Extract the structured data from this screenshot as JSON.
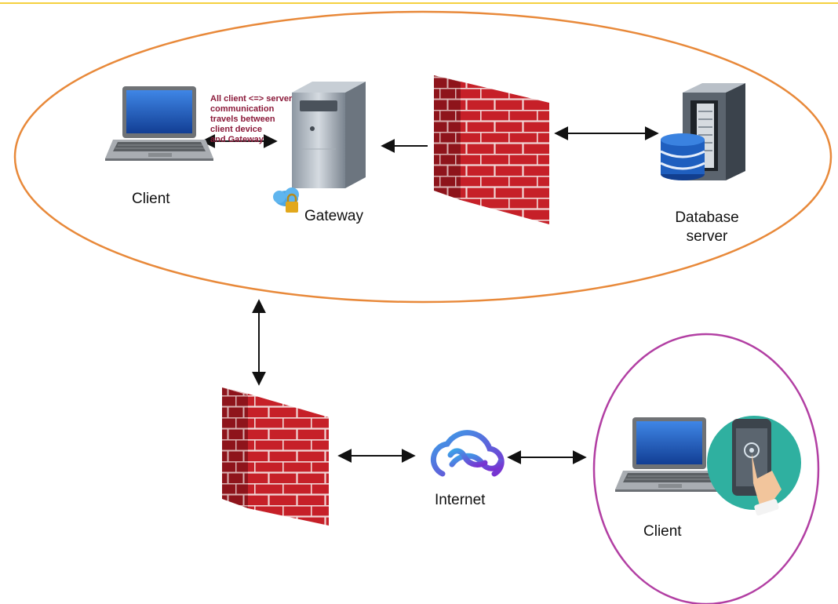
{
  "diagram": {
    "note_lines": [
      "All client <=> server",
      "communication",
      "travels between",
      "client device",
      "and Gateway"
    ],
    "labels": {
      "client_top": "Client",
      "gateway": "Gateway",
      "database_line1": "Database",
      "database_line2": "server",
      "internet": "Internet",
      "client_bottom": "Client"
    },
    "colors": {
      "top_line": "#f2c200",
      "server_zone_outline": "#e8893a",
      "client_zone_outline": "#b23fa3",
      "firewall_brick": "#c8202a",
      "mobile_circle": "#2fb0a0",
      "database_disk": "#1f5fbf",
      "internet_cloud": "#6a3fd1"
    },
    "icons": [
      "laptop-icon",
      "gateway-server-icon",
      "cloud-lock-icon",
      "firewall-icon",
      "database-server-icon",
      "internet-cloud-icon",
      "mobile-touch-icon"
    ]
  }
}
